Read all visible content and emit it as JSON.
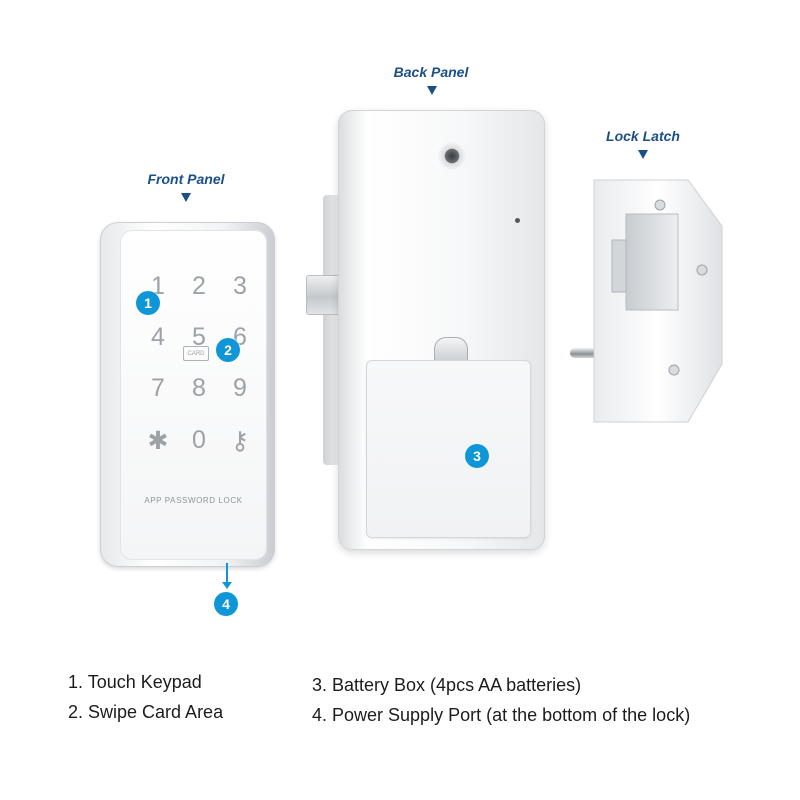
{
  "panels": {
    "front": {
      "title": "Front Panel"
    },
    "back": {
      "title": "Back Panel"
    },
    "latch": {
      "title": "Lock Latch"
    }
  },
  "keypad": {
    "keys": [
      "1",
      "2",
      "3",
      "4",
      "5",
      "6",
      "7",
      "8",
      "9",
      "✱",
      "0",
      "⚷"
    ],
    "card_label": "CARD",
    "brand_text": "APP PASSWORD LOCK"
  },
  "callouts": {
    "one": "1",
    "two": "2",
    "three": "3",
    "four": "4"
  },
  "legend": {
    "item1": "1. Touch Keypad",
    "item2": "2. Swipe Card Area",
    "item3": "3. Battery Box (4pcs AA batteries)",
    "item4": "4. Power Supply Port (at the bottom of the lock)"
  },
  "colors": {
    "title_blue": "#1b4f8a",
    "badge_blue": "#0f96d8"
  },
  "icons": {
    "title_arrow": "triangle-down-icon",
    "star_key": "asterisk-icon",
    "key_symbol": "key-icon"
  }
}
